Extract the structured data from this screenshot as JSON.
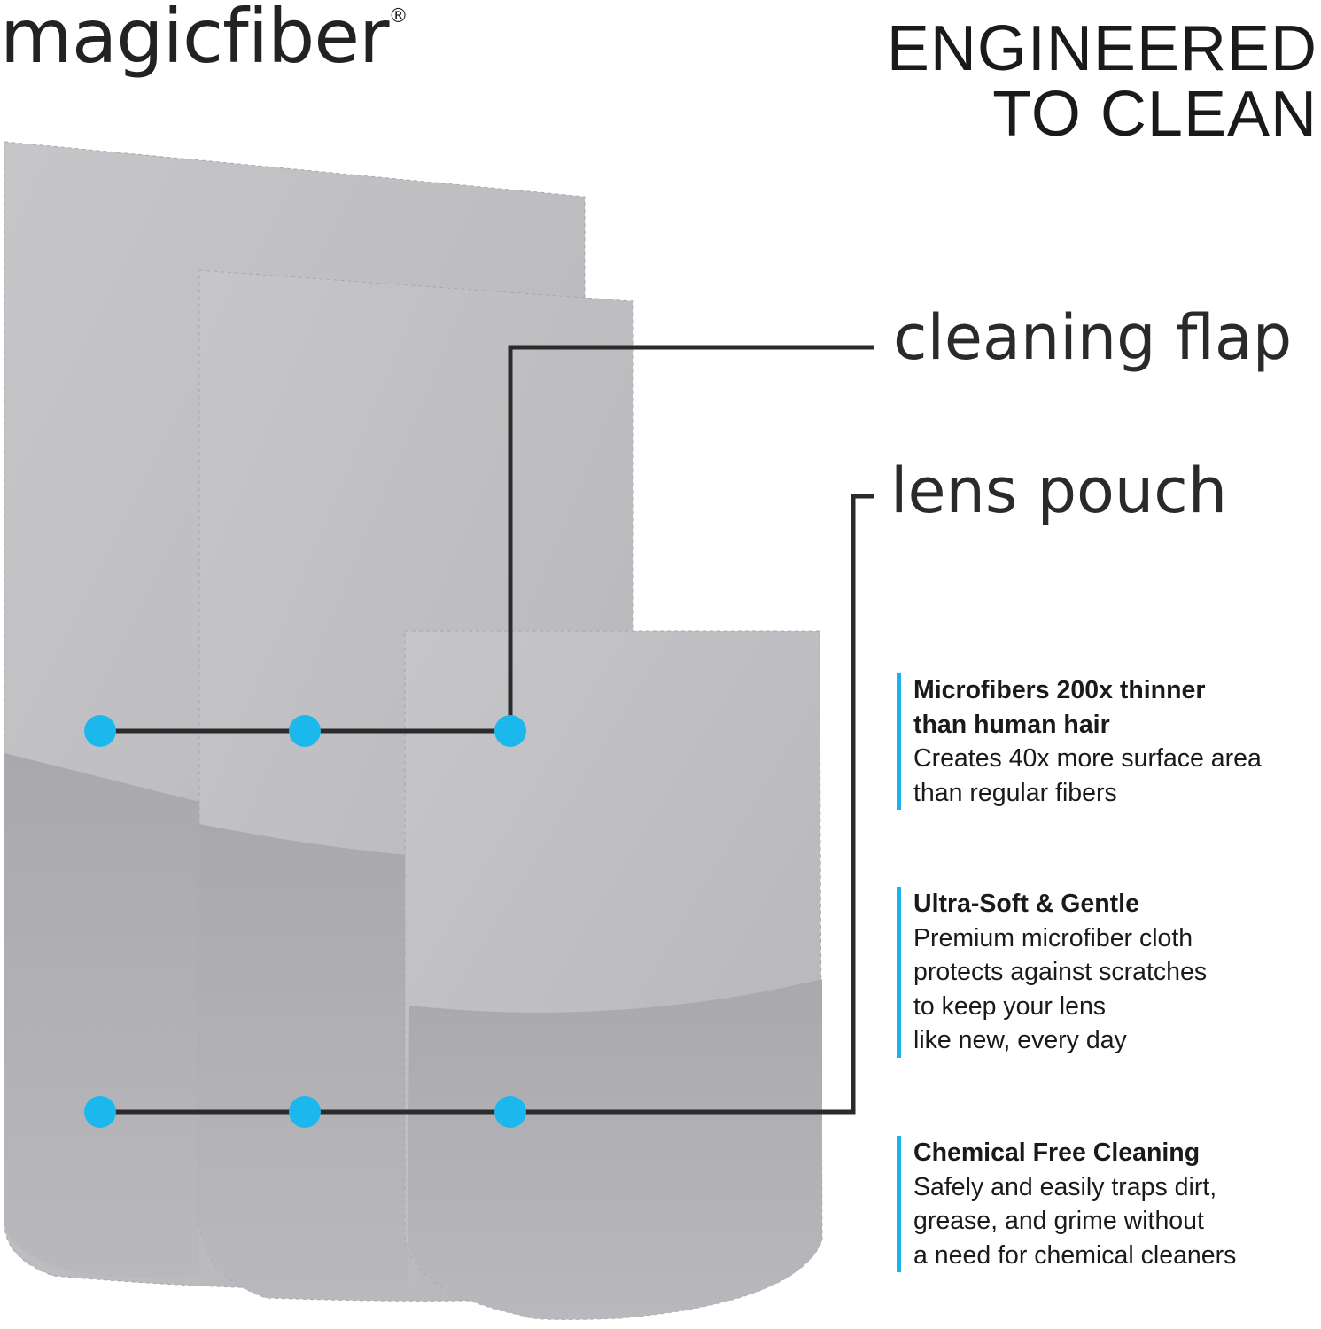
{
  "brand": {
    "name": "magicfiber",
    "mark": "®"
  },
  "headline": [
    "ENGINEERED",
    "TO CLEAN"
  ],
  "callouts": {
    "flap": "cleaning flap",
    "pouch": "lens pouch"
  },
  "colors": {
    "accent": "#1bb8ee",
    "cloth": "#bdbdc1",
    "line": "#2b2b2b"
  },
  "features": [
    {
      "title": [
        "Microfibers 200x thinner",
        "than human hair"
      ],
      "body": [
        "Creates 40x more surface area",
        "than regular fibers"
      ]
    },
    {
      "title": [
        "Ultra-Soft & Gentle"
      ],
      "body": [
        "Premium microfiber cloth",
        "protects against scratches",
        "to keep your lens",
        "like new, every day"
      ]
    },
    {
      "title": [
        "Chemical Free Cleaning"
      ],
      "body": [
        "Safely and easily traps dirt,",
        "grease, and grime without",
        "a need for chemical cleaners"
      ]
    }
  ]
}
